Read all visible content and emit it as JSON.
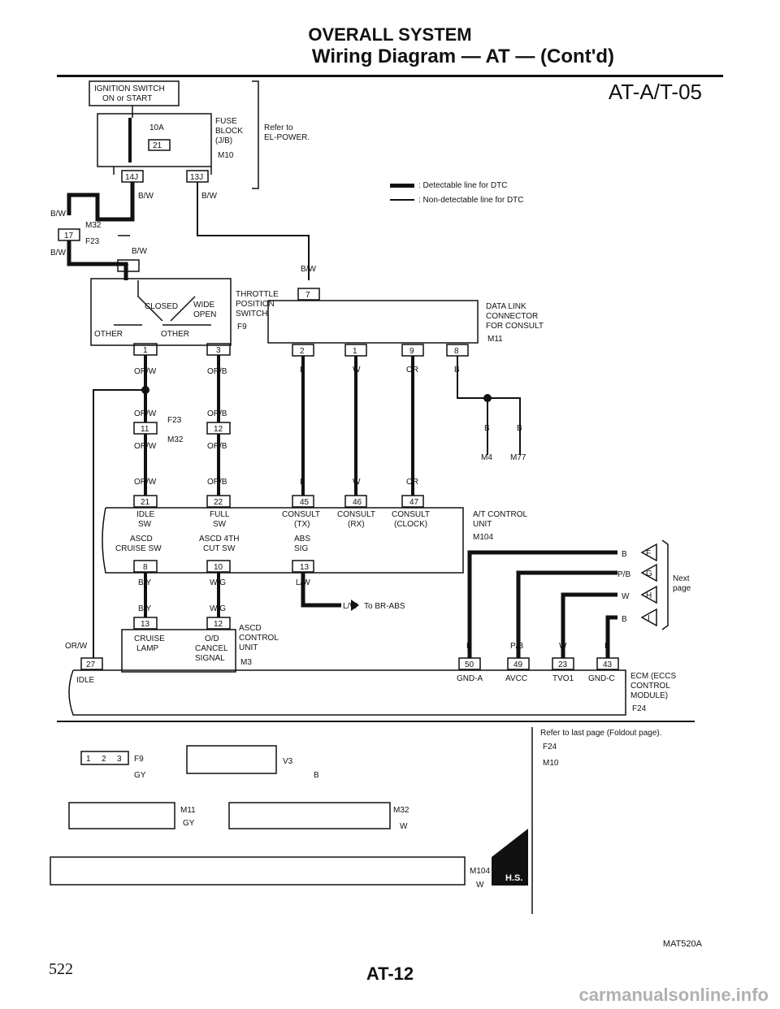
{
  "header": {
    "title": "OVERALL SYSTEM",
    "subtitle": "Wiring Diagram — AT — (Cont'd)",
    "diagram_code": "AT-A/T-05"
  },
  "legend": {
    "detectable": ": Detectable line for DTC",
    "nondetectable": ": Non-detectable line for DTC"
  },
  "power": {
    "ignition_l1": "IGNITION SWITCH",
    "ignition_l2": "ON or START",
    "fuse_amp": "10A",
    "fuse_num": "21",
    "fuse_block_l1": "FUSE",
    "fuse_block_l2": "BLOCK",
    "fuse_block_l3": "(J/B)",
    "fuse_block_conn": "M10",
    "refer_l1": "Refer to",
    "refer_l2": "EL-POWER.",
    "pin_14j": "14J",
    "pin_13j": "13J",
    "wire_bw": "B/W",
    "pin_17": "17",
    "conn_m32": "M32",
    "conn_f23": "F23",
    "pin_2": "2"
  },
  "tps": {
    "label_l1": "THROTTLE",
    "label_l2": "POSITION",
    "label_l3": "SWITCH",
    "conn": "F9",
    "closed": "CLOSED",
    "wide_l1": "WIDE",
    "wide_l2": "OPEN",
    "other1": "OTHER",
    "other2": "OTHER",
    "pin_1": "1",
    "pin_3": "3",
    "wire_orw": "OR/W",
    "wire_orb": "OR/B",
    "pin_11": "11",
    "pin_12": "12",
    "pin_21": "21",
    "pin_22": "22"
  },
  "dlc": {
    "label_l1": "DATA LINK",
    "label_l2": "CONNECTOR",
    "label_l3": "FOR CONSULT",
    "conn": "M11",
    "pin_7": "7",
    "pins": [
      "2",
      "1",
      "9",
      "8"
    ],
    "wires": [
      "L",
      "W",
      "OR",
      "B"
    ],
    "gnd_wire": "B",
    "gnd1": "M4",
    "gnd2": "M77"
  },
  "tcm": {
    "label_l1": "A/T CONTROL",
    "label_l2": "UNIT",
    "conn": "M104",
    "pins_top": [
      "45",
      "46",
      "47"
    ],
    "idle_sw": "IDLE",
    "idle_sw2": "SW",
    "full_sw": "FULL",
    "full_sw2": "SW",
    "consult_tx": "CONSULT",
    "consult_tx2": "(TX)",
    "consult_rx": "CONSULT",
    "consult_rx2": "(RX)",
    "consult_clk": "CONSULT",
    "consult_clk2": "(CLOCK)",
    "ascd_cruise": "ASCD",
    "ascd_cruise2": "CRUISE SW",
    "ascd_4th": "ASCD 4TH",
    "ascd_4th2": "CUT SW",
    "abs_sig": "ABS",
    "abs_sig2": "SIG",
    "pin_8": "8",
    "pin_10": "10",
    "pin_13": "13",
    "wire_by": "B/Y",
    "wire_wg": "W/G",
    "wire_lw": "L/W",
    "to_abs": "To BR-ABS"
  },
  "ascd": {
    "label_l1": "ASCD",
    "label_l2": "CONTROL",
    "label_l3": "UNIT",
    "conn": "M3",
    "cruise_lamp": "CRUISE",
    "cruise_lamp2": "LAMP",
    "od_cancel": "O/D",
    "od_cancel2": "CANCEL",
    "od_cancel3": "SIGNAL",
    "pin_13": "13",
    "pin_12": "12"
  },
  "ecm": {
    "label_l1": "ECM (ECCS",
    "label_l2": "CONTROL",
    "label_l3": "MODULE)",
    "conn": "F24",
    "idle": "IDLE",
    "pin_27": "27",
    "wire_orw": "OR/W",
    "pins": [
      "50",
      "49",
      "23",
      "43"
    ],
    "wires": [
      "B",
      "P/B",
      "W",
      "B"
    ],
    "names": [
      "GND-A",
      "AVCC",
      "TVO1",
      "GND-C"
    ],
    "next_wires": [
      "B",
      "P/B",
      "W",
      "B"
    ],
    "next_letters": [
      "F",
      "G",
      "H",
      "I"
    ],
    "next_page_l1": "Next",
    "next_page_l2": "page"
  },
  "connectors": {
    "f9": "F9",
    "f9_color": "GY",
    "f9_pins": [
      "1",
      "2",
      "3"
    ],
    "v3": "V3",
    "v3_color": "B",
    "m11": "M11",
    "m11_color": "GY",
    "m32": "M32",
    "m32_color": "W",
    "m104": "M104",
    "m104_color": "W",
    "refer_foldout": "Refer to last page (Foldout page).",
    "f24": "F24",
    "m10": "M10",
    "hs": "H.S."
  },
  "footer": {
    "ref": "MAT520A",
    "book_page": "522",
    "page": "AT-12",
    "site": "carmanualsonline.info"
  }
}
